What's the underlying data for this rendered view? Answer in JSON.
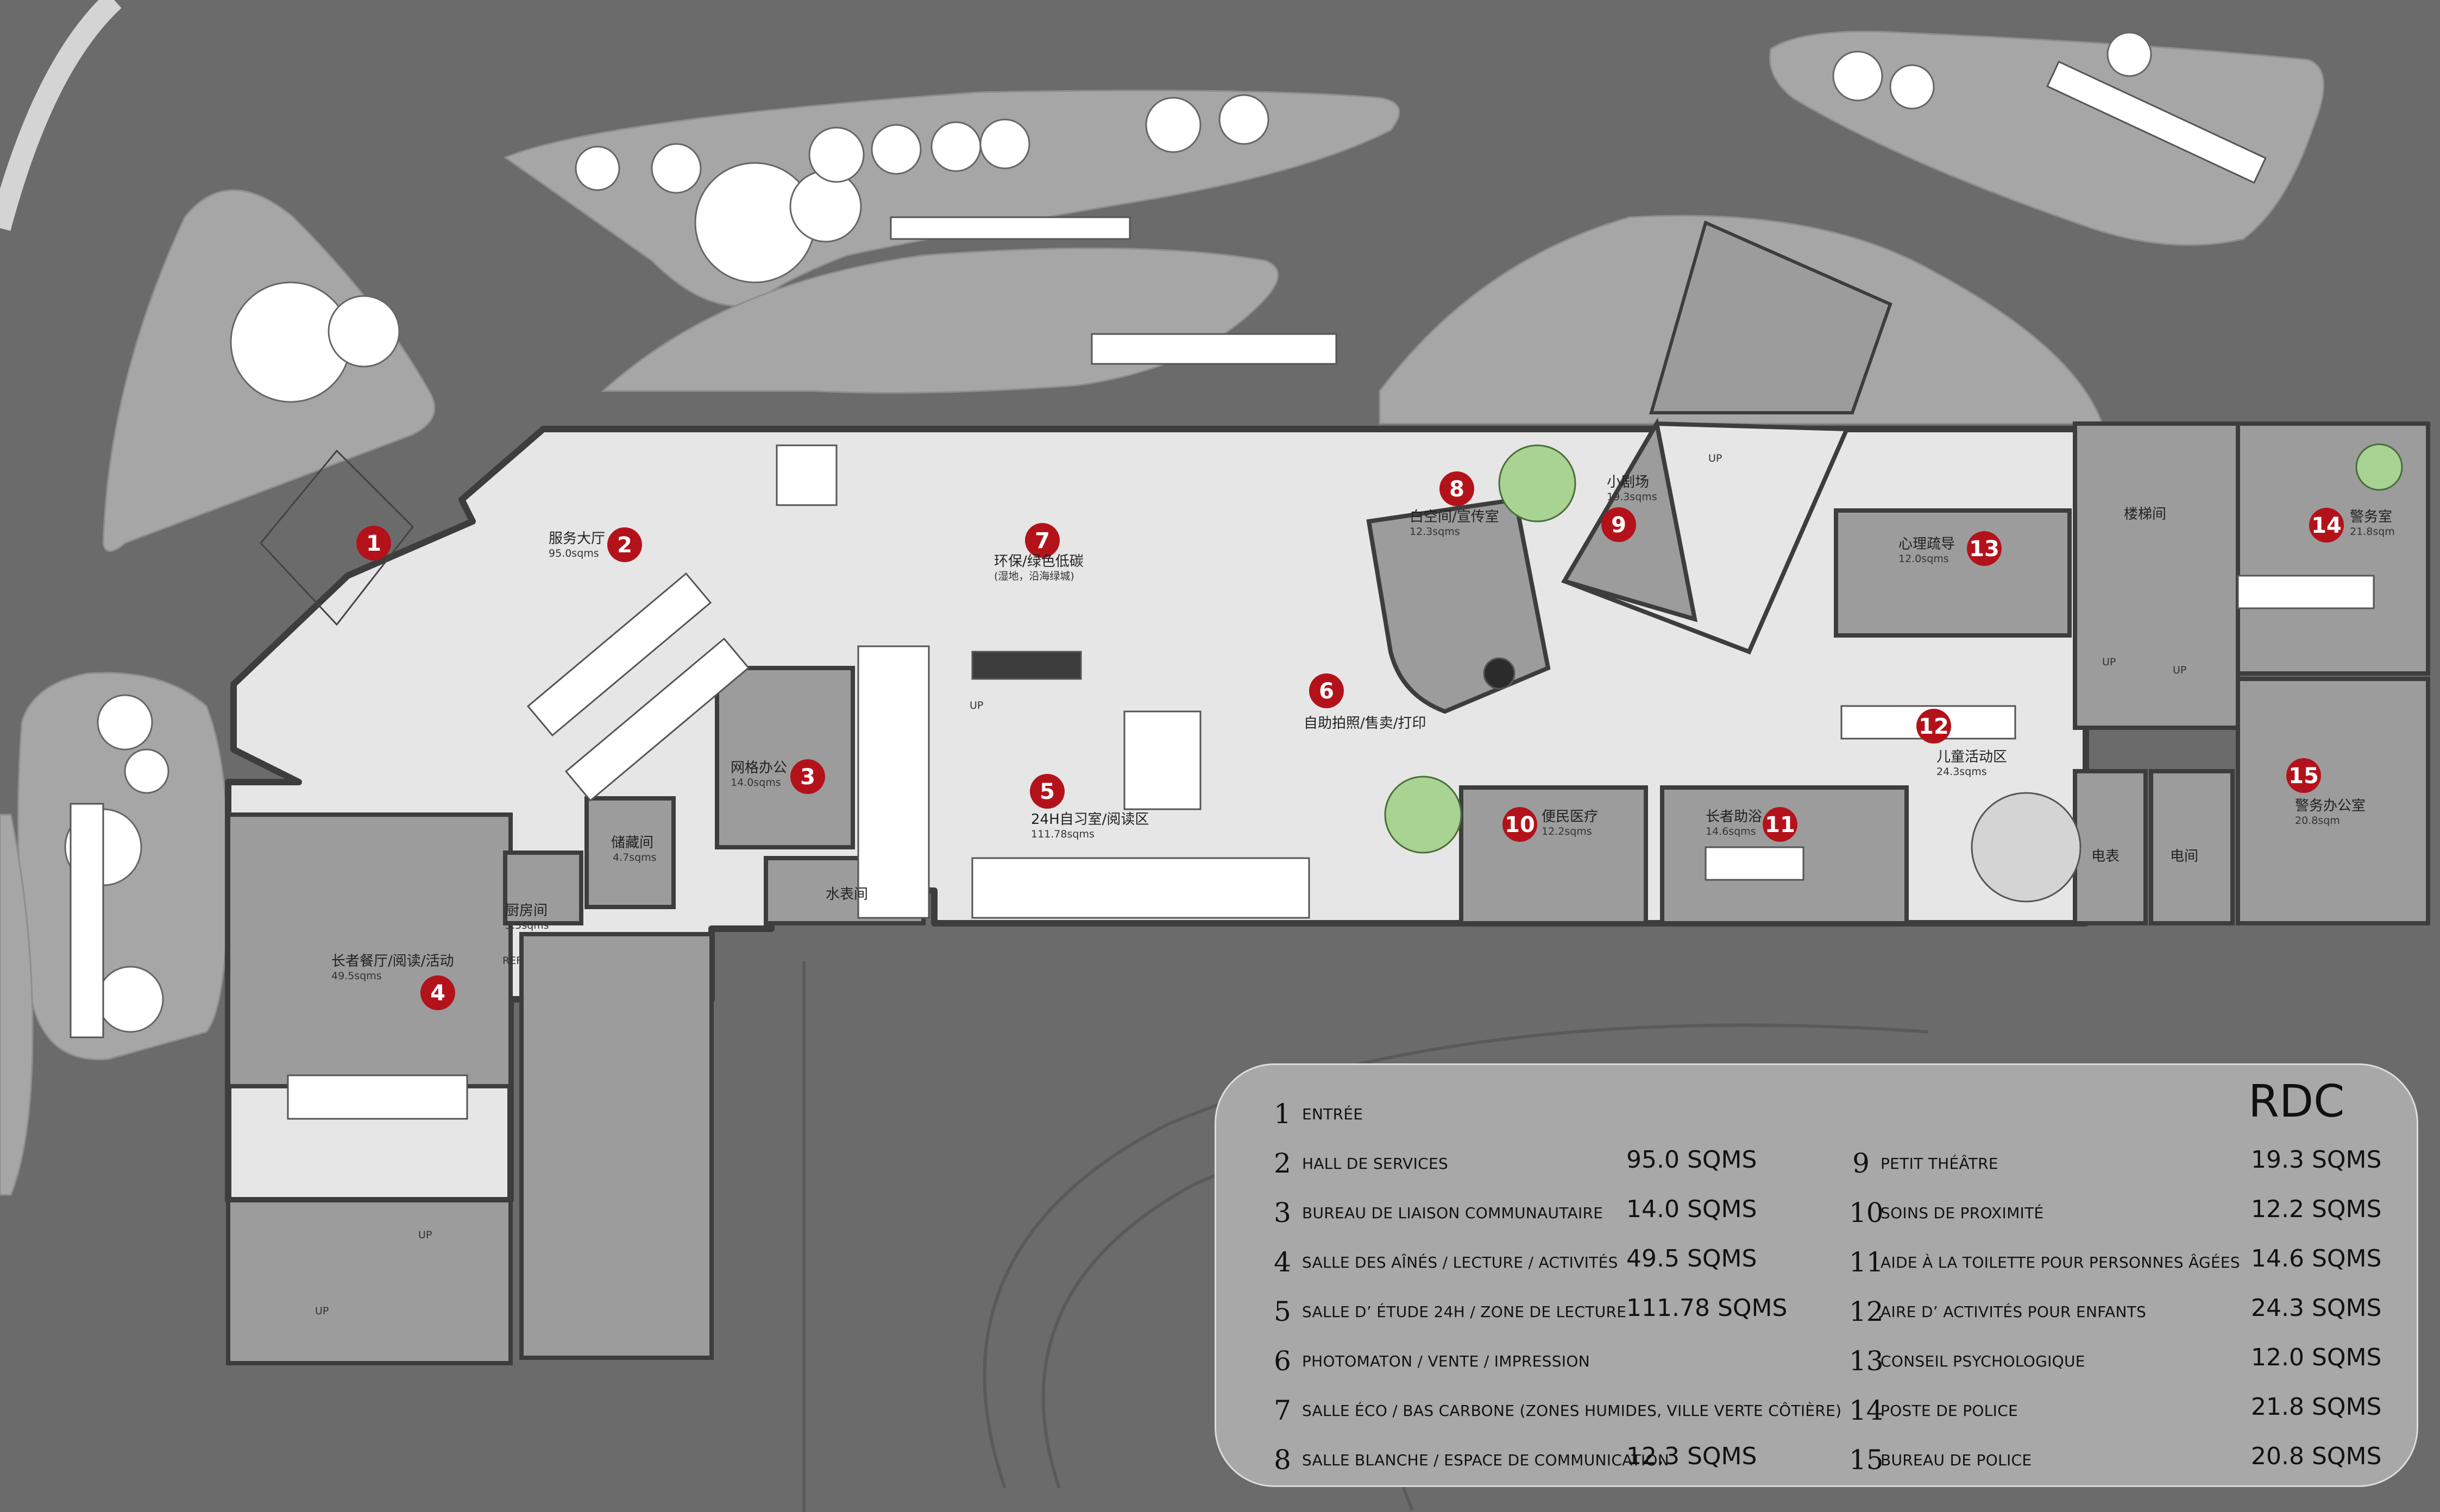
{
  "plan": {
    "colors": {
      "exterior": "#6b6b6b",
      "floor": "#e6e6e6",
      "service": "#9c9c9c",
      "wall": "#3d3d3d",
      "badge": "#b3121b",
      "tree": "#8fc27a"
    },
    "rooms": [
      {
        "id": 1,
        "cn": "",
        "area": ""
      },
      {
        "id": 2,
        "cn": "服务大厅",
        "area": "95.0sqms"
      },
      {
        "id": 3,
        "cn": "网格办公",
        "area": "14.0sqms"
      },
      {
        "id": 4,
        "cn": "长者餐厅/阅读/活动",
        "area": "49.5sqms"
      },
      {
        "id": 5,
        "cn": "24H自习室/阅读区",
        "area": "111.78sqms"
      },
      {
        "id": 6,
        "cn": "自助拍照/售卖/打印",
        "area": ""
      },
      {
        "id": 7,
        "cn": "环保/绿色低碳",
        "area": "(湿地，沿海绿城)"
      },
      {
        "id": 8,
        "cn": "白空间/宣传室",
        "area": "12.3sqms"
      },
      {
        "id": 9,
        "cn": "小剧场",
        "area": "19.3sqms"
      },
      {
        "id": 10,
        "cn": "便民医疗",
        "area": "12.2sqms"
      },
      {
        "id": 11,
        "cn": "长者助浴",
        "area": "14.6sqms"
      },
      {
        "id": 12,
        "cn": "儿童活动区",
        "area": "24.3sqms"
      },
      {
        "id": 13,
        "cn": "心理疏导",
        "area": "12.0sqms"
      },
      {
        "id": 14,
        "cn": "警务室",
        "area": "21.8sqm"
      },
      {
        "id": 15,
        "cn": "警务办公室",
        "area": "20.8sqm"
      }
    ],
    "service_labels": {
      "storage": "储藏间",
      "storage_area": "4.7sqms",
      "kitchen": "厨房间",
      "kitchen_area": "5.5sqms",
      "meter": "水表间",
      "stair": "楼梯间",
      "elec1": "电表",
      "elec2": "电间",
      "up": "UP",
      "ref": "REF"
    }
  },
  "legend": {
    "title": "RDC",
    "items": [
      {
        "num": "1",
        "name": "ENTRÉE",
        "area": ""
      },
      {
        "num": "2",
        "name": "HALL DE SERVICES",
        "area": "95.0 SQMS"
      },
      {
        "num": "3",
        "name": "BUREAU DE LIAISON COMMUNAUTAIRE",
        "area": "14.0 SQMS"
      },
      {
        "num": "4",
        "name": "SALLE DES AÎNÉS / LECTURE / ACTIVITÉS",
        "area": "49.5 SQMS"
      },
      {
        "num": "5",
        "name": "SALLE D’ ÉTUDE 24H / ZONE DE LECTURE",
        "area": "111.78 SQMS"
      },
      {
        "num": "6",
        "name": "PHOTOMATON / VENTE / IMPRESSION",
        "area": ""
      },
      {
        "num": "7",
        "name": "SALLE ÉCO / BAS CARBONE (ZONES HUMIDES, VILLE VERTE CÔTIÈRE)",
        "area": ""
      },
      {
        "num": "8",
        "name": "SALLE BLANCHE / ESPACE DE COMMUNICATION",
        "area": "12.3 SQMS"
      },
      {
        "num": "9",
        "name": "PETIT THÉÂTRE",
        "area": "19.3 SQMS"
      },
      {
        "num": "10",
        "name": "SOINS DE PROXIMITÉ",
        "area": "12.2 SQMS"
      },
      {
        "num": "11",
        "name": "AIDE À LA TOILETTE POUR PERSONNES ÂGÉES",
        "area": "14.6 SQMS"
      },
      {
        "num": "12",
        "name": "AIRE D’ ACTIVITÉS POUR ENFANTS",
        "area": "24.3 SQMS"
      },
      {
        "num": "13",
        "name": "CONSEIL PSYCHOLOGIQUE",
        "area": "12.0 SQMS"
      },
      {
        "num": "14",
        "name": "POSTE DE POLICE",
        "area": "21.8 SQMS"
      },
      {
        "num": "15",
        "name": "BUREAU DE POLICE",
        "area": "20.8 SQMS"
      }
    ]
  }
}
